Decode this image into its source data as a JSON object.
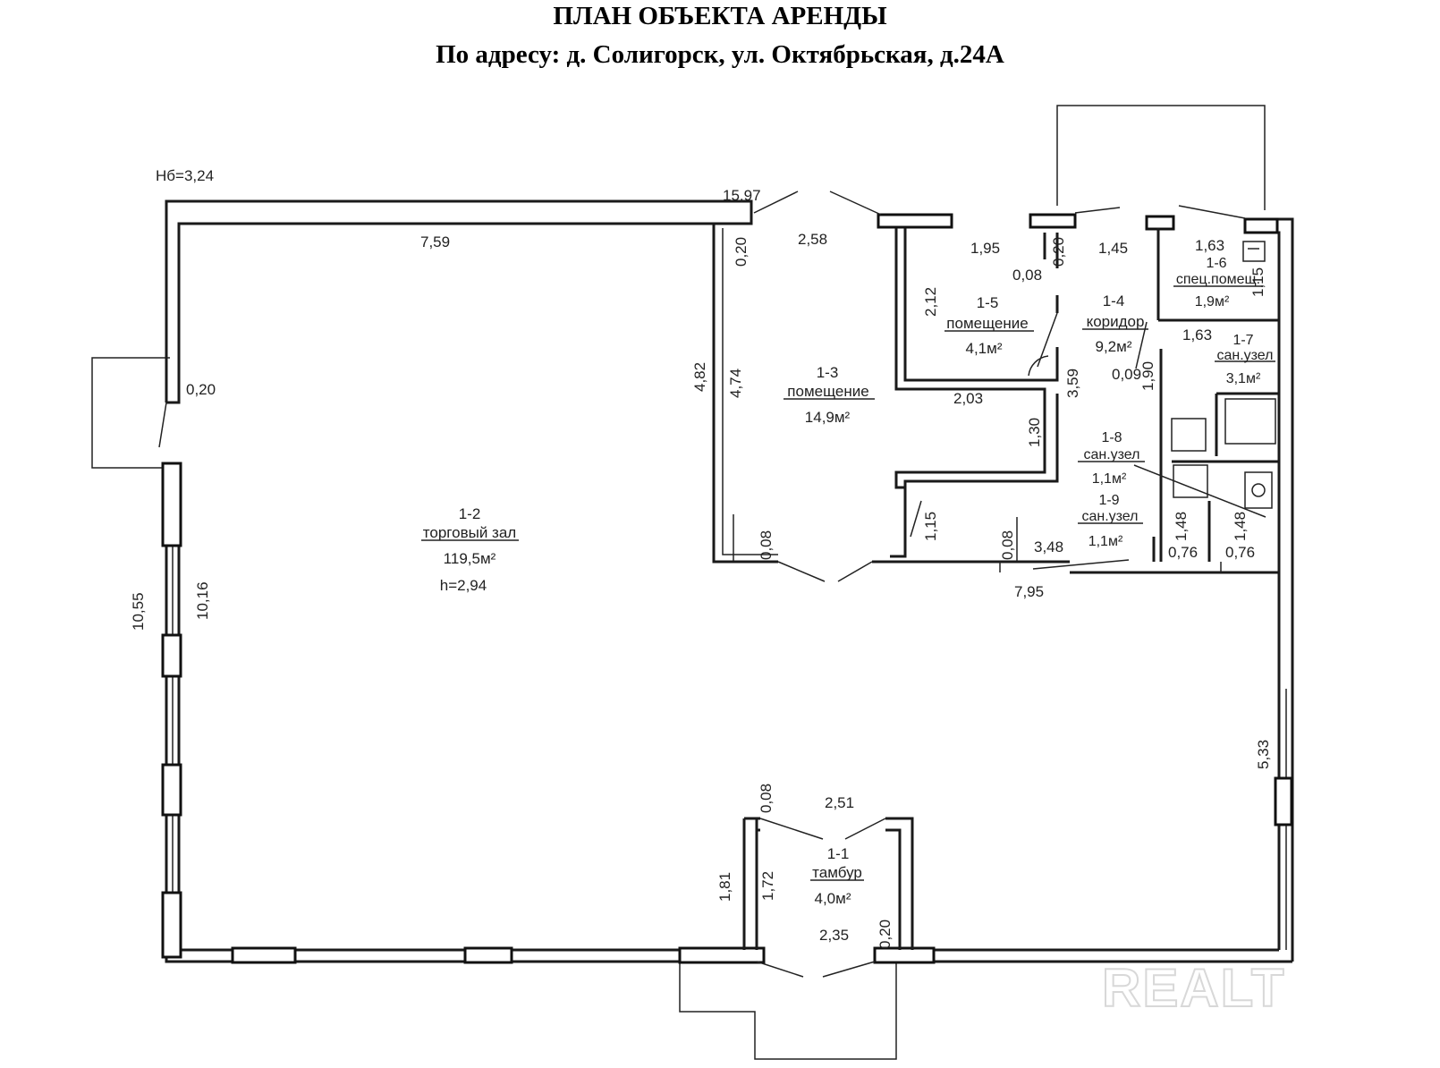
{
  "header": {
    "title": "ПЛАН ОБЪЕКТА АРЕНДЫ",
    "address": "По адресу: д. Солигорск, ул. Октябрьская, д.24А"
  },
  "height_note": "Hб=3,24",
  "rooms": {
    "r11": {
      "id": "1-1",
      "name": "тамбур",
      "area": "4,0м²"
    },
    "r12": {
      "id": "1-2",
      "name": "торговый зал",
      "area": "119,5м²",
      "height": "h=2,94"
    },
    "r13": {
      "id": "1-3",
      "name": "помещение",
      "area": "14,9м²"
    },
    "r14": {
      "id": "1-4",
      "name": "коридор",
      "area": "9,2м²"
    },
    "r15": {
      "id": "1-5",
      "name": "помещение",
      "area": "4,1м²"
    },
    "r16": {
      "id": "1-6",
      "name": "спец.помещ.",
      "area": "1,9м²"
    },
    "r17": {
      "id": "1-7",
      "name": "сан.узел",
      "area": "3,1м²"
    },
    "r18": {
      "id": "1-8",
      "name": "сан.узел",
      "area": "1,1м²"
    },
    "r19": {
      "id": "1-9",
      "name": "сан.узел",
      "area": "1,1м²"
    }
  },
  "dims": {
    "d1597": "15,97",
    "d759": "7,59",
    "d258": "2,58",
    "d195": "1,95",
    "d145": "1,45",
    "d163a": "1,63",
    "d163b": "1,63",
    "d020a": "0,20",
    "d020b": "0,20",
    "d020c": "0,20",
    "d020d": "0,20",
    "d008a": "0,08",
    "d008b": "0,08",
    "d008c": "0,08",
    "d008d": "0,08",
    "d212": "2,12",
    "d115a": "1,15",
    "d115b": "1,15",
    "d482": "4,82",
    "d474": "4,74",
    "d359": "3,59",
    "d009": "0,09",
    "d190": "1,90",
    "d203": "2,03",
    "d130": "1,30",
    "d148a": "1,48",
    "d148b": "1,48",
    "d348": "3,48",
    "d076a": "0,76",
    "d076b": "0,76",
    "d795": "7,95",
    "d1055": "10,55",
    "d1016": "10,16",
    "d533": "5,33",
    "d251": "2,51",
    "d181": "1,81",
    "d172": "1,72",
    "d235": "2,35"
  },
  "watermark": "REALT"
}
